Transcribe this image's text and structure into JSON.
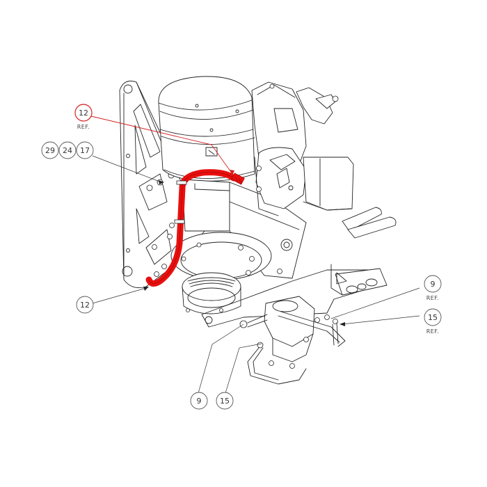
{
  "diagram": {
    "type": "parts-assembly-drawing",
    "highlight_color": "#e8100f",
    "line_color": "#222222",
    "background": "#ffffff",
    "highlighted_part": {
      "name": "hydraulic-hose",
      "callout": "12"
    },
    "callouts": [
      {
        "id": "c12-top",
        "number": "12",
        "ref": "REF.",
        "color": "#d42020",
        "highlighted": true
      },
      {
        "id": "c29",
        "number": "29",
        "ref": "",
        "color": "#555555",
        "highlighted": false
      },
      {
        "id": "c24",
        "number": "24",
        "ref": "",
        "color": "#555555",
        "highlighted": false
      },
      {
        "id": "c17",
        "number": "17",
        "ref": "",
        "color": "#555555",
        "highlighted": false
      },
      {
        "id": "c12-left",
        "number": "12",
        "ref": "",
        "color": "#555555",
        "highlighted": false
      },
      {
        "id": "c9-right",
        "number": "9",
        "ref": "REF.",
        "color": "#555555",
        "highlighted": false
      },
      {
        "id": "c15-right",
        "number": "15",
        "ref": "REF.",
        "color": "#555555",
        "highlighted": false
      },
      {
        "id": "c9-bottom",
        "number": "9",
        "ref": "",
        "color": "#555555",
        "highlighted": false
      },
      {
        "id": "c15-bottom",
        "number": "15",
        "ref": "",
        "color": "#555555",
        "highlighted": false
      }
    ]
  }
}
